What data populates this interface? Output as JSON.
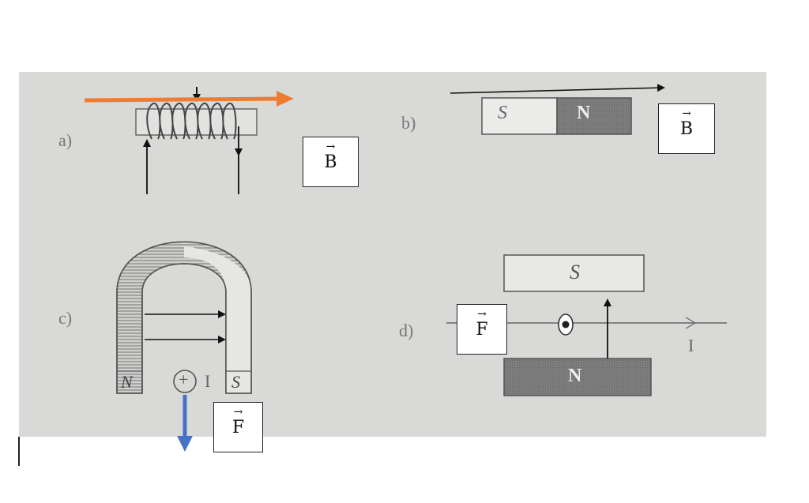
{
  "parts": {
    "a": "a)",
    "b": "b)",
    "c": "c)",
    "d": "d)"
  },
  "labels": {
    "B_a": "B",
    "B_b": "B",
    "F_c": "F",
    "F_d": "F",
    "vec_arrow": "→"
  },
  "magnet_b": {
    "left_pole": "S",
    "right_pole": "N"
  },
  "magnet_c": {
    "left_pole": "N",
    "right_pole": "S",
    "current_symbol": "+",
    "current_label": "I"
  },
  "magnet_d": {
    "top_pole": "S",
    "bottom_pole": "N",
    "current_label": "I"
  },
  "colors": {
    "orange_arrow": "#ee7d31",
    "blue_arrow": "#4472c4",
    "photo_bg": "#d9d9d7"
  }
}
